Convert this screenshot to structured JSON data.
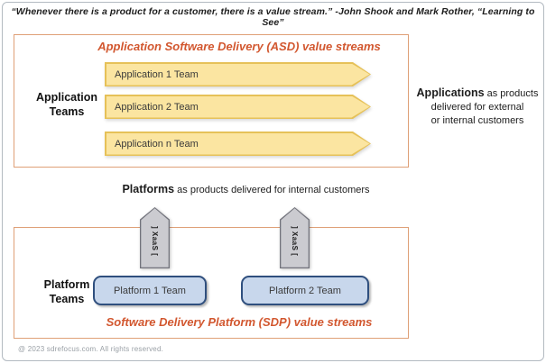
{
  "page": {
    "quote": "“Whenever there is a product for a customer, there is a value stream.” -John Shook and Mark Rother, “Learning to See”",
    "footer": "@ 2023 sdrefocus.com. All rights reserved."
  },
  "asd": {
    "title": "Application Software Delivery (ASD) value streams",
    "side_label_line1": "Application",
    "side_label_line2": "Teams",
    "teams": [
      "Application 1 Team",
      "Application 2 Team",
      "Application n Team"
    ]
  },
  "applications_note": {
    "lead": "Applications",
    "line1_rest": " as products",
    "line2": "delivered for external",
    "line3": "or internal customers"
  },
  "platforms_note": {
    "lead": "Platforms",
    "rest": " as products delivered for internal customers"
  },
  "sdp": {
    "title": "Software Delivery Platform (SDP) value streams",
    "side_label_line1": "Platform",
    "side_label_line2": "Teams",
    "xaas_label": "] XaaS [",
    "teams": [
      "Platform 1 Team",
      "Platform 2 Team"
    ]
  },
  "colors": {
    "box_border_orange": "#DFA077",
    "title_orange": "#D2572F",
    "stream_arrow_fill": "#FBE5A1",
    "stream_arrow_border": "#E6C158",
    "up_arrow_fill": "#CBCBD0",
    "up_arrow_border": "#72737C",
    "platform_fill": "#C8D7EC",
    "platform_border": "#2F4F7E",
    "page_border_gray": "#B3BAC1",
    "footer_gray": "#9AA0A6"
  }
}
